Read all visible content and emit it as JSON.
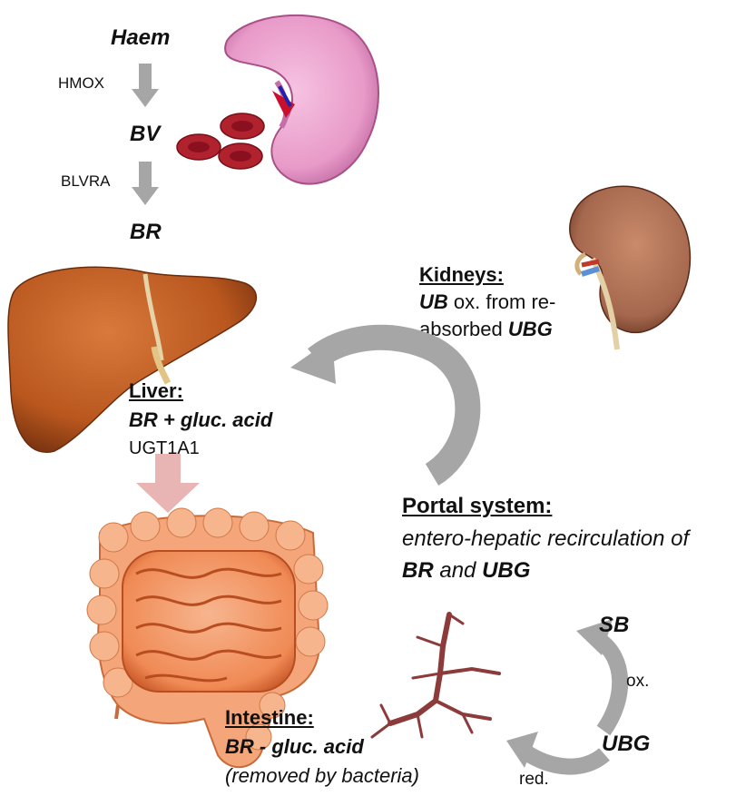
{
  "pathway": {
    "haem": "Haem",
    "hmox": "HMOX",
    "bv": "BV",
    "blvra": "BLVRA",
    "br": "BR"
  },
  "kidneys": {
    "title": "Kidneys:",
    "line1_bold": "UB",
    "line1_rest": " ox. from re-",
    "line2_rest": "absorbed ",
    "line2_bold": "UBG"
  },
  "liver": {
    "title": "Liver:",
    "line1": "BR + gluc. acid",
    "line2": "UGT1A1"
  },
  "portal": {
    "title": "Portal system:",
    "line1": "entero-hepatic recirculation of",
    "line2_bold1": "BR",
    "line2_mid": " and ",
    "line2_bold2": "UBG"
  },
  "intestine": {
    "title": "Intestine:",
    "line1": "BR - gluc. acid",
    "line2": "(removed by bacteria)"
  },
  "cycle": {
    "sb": "SB",
    "ox": "ox.",
    "ubg": "UBG",
    "red": "red."
  },
  "colors": {
    "gray_arrow": "#a6a6a6",
    "pink_arrow": "#e8b4b4",
    "spleen": "#e89ac8",
    "rbc": "#b0232e",
    "liver": "#b8561e",
    "intestine": "#f39a68",
    "kidney": "#a5684e",
    "vessel": "#8c3a3a"
  },
  "icons": [
    "spleen-illustration",
    "red-blood-cells",
    "liver-illustration",
    "kidney-illustration",
    "intestine-illustration",
    "blood-vessel-illustration"
  ]
}
